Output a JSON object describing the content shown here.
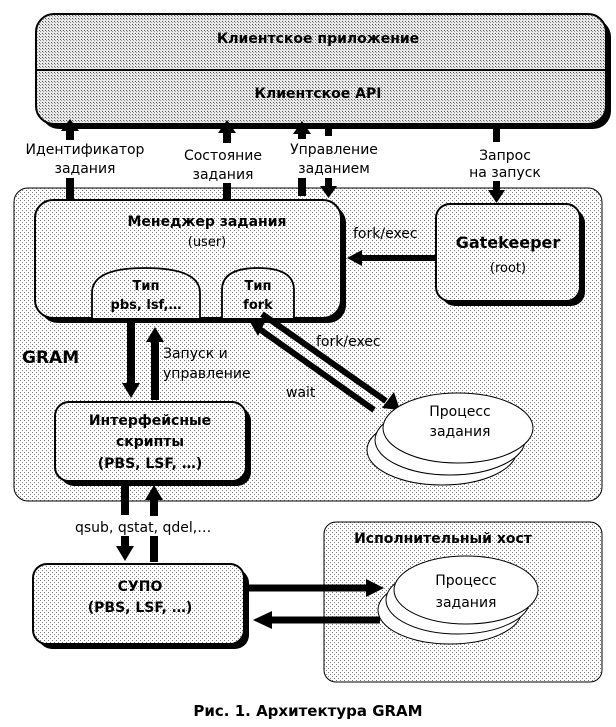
{
  "client": {
    "app_label": "Клиентское приложение",
    "api_label": "Клиентское API"
  },
  "interface_labels": {
    "job_id_line1": "Идентификатор",
    "job_id_line2": "задания",
    "state_line1": "Состояние",
    "state_line2": "задания",
    "control_line1": "Управление",
    "control_line2": "заданием",
    "request_line1": "Запрос",
    "request_line2": "на запуск"
  },
  "gram": {
    "label": "GRAM",
    "job_manager_title": "Менеджер задания",
    "job_manager_sub": "(user)",
    "type_pbs_line1": "Тип",
    "type_pbs_line2": "pbs, lsf,…",
    "type_fork_line1": "Тип",
    "type_fork_line2": "fork",
    "fork_exec_gk": "fork/exec",
    "gatekeeper_title": "Gatekeeper",
    "gatekeeper_sub": "(root)",
    "launch_line1": "Запуск и",
    "launch_line2": "управление",
    "scripts_line1": "Интерфейсные",
    "scripts_line2": "скрипты",
    "scripts_line3": "(PBS, LSF, …)",
    "fork_exec_proc": "fork/exec",
    "wait": "wait",
    "process_line1": "Процесс",
    "process_line2": "задания"
  },
  "lower": {
    "qsub": "qsub, qstat, qdel,…",
    "supo_line1": "СУПО",
    "supo_line2": "(PBS, LSF, …)",
    "exec_host_title": "Исполнительный хост",
    "process_line1": "Процесс",
    "process_line2": "задания"
  },
  "caption": "Рис. 1. Архитектура GRAM"
}
